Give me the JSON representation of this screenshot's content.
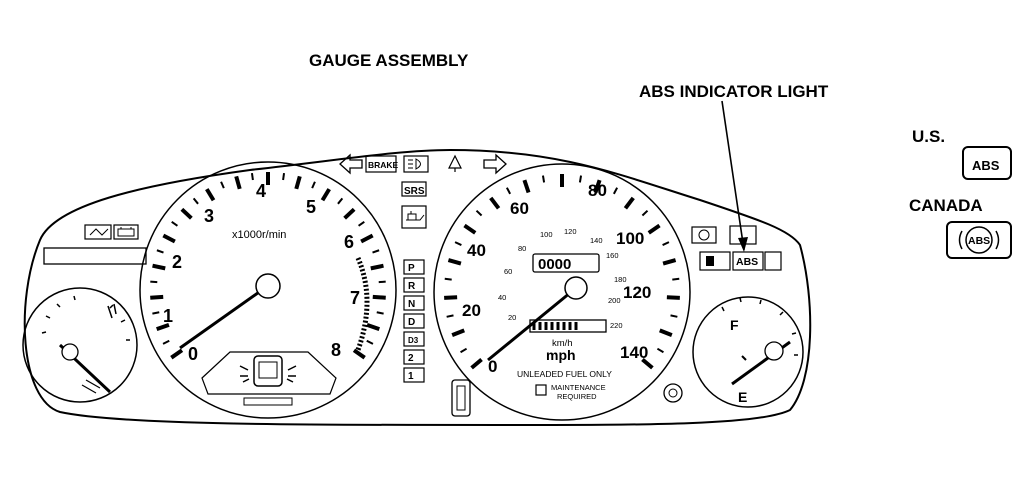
{
  "title": "GAUGE ASSEMBLY",
  "callout": "ABS INDICATOR LIGHT",
  "region_us": "U.S.",
  "region_canada": "CANADA",
  "abs_text": "ABS",
  "tach": {
    "ticks": [
      "0",
      "1",
      "2",
      "3",
      "4",
      "5",
      "6",
      "7",
      "8"
    ],
    "unit": "x1000r/min"
  },
  "speedo": {
    "mph_ticks": [
      "0",
      "20",
      "40",
      "60",
      "80",
      "100",
      "120",
      "140"
    ],
    "kmh_ticks": [
      "20",
      "40",
      "60",
      "80",
      "100",
      "120",
      "140",
      "160",
      "180",
      "200",
      "220"
    ],
    "odometer": "0000",
    "units_top": "km/h",
    "units_bottom": "mph",
    "fuel_note": "UNLEADED FUEL ONLY",
    "maint_line1": "MAINTENANCE",
    "maint_line2": "REQUIRED"
  },
  "fuel_gauge": {
    "full": "F",
    "empty": "E"
  },
  "indicators": {
    "brake": "BRAKE",
    "srs": "SRS",
    "gears": [
      "P",
      "R",
      "N",
      "D",
      "D3",
      "2",
      "1"
    ]
  },
  "colors": {
    "ink": "#000000",
    "paper": "#ffffff"
  }
}
